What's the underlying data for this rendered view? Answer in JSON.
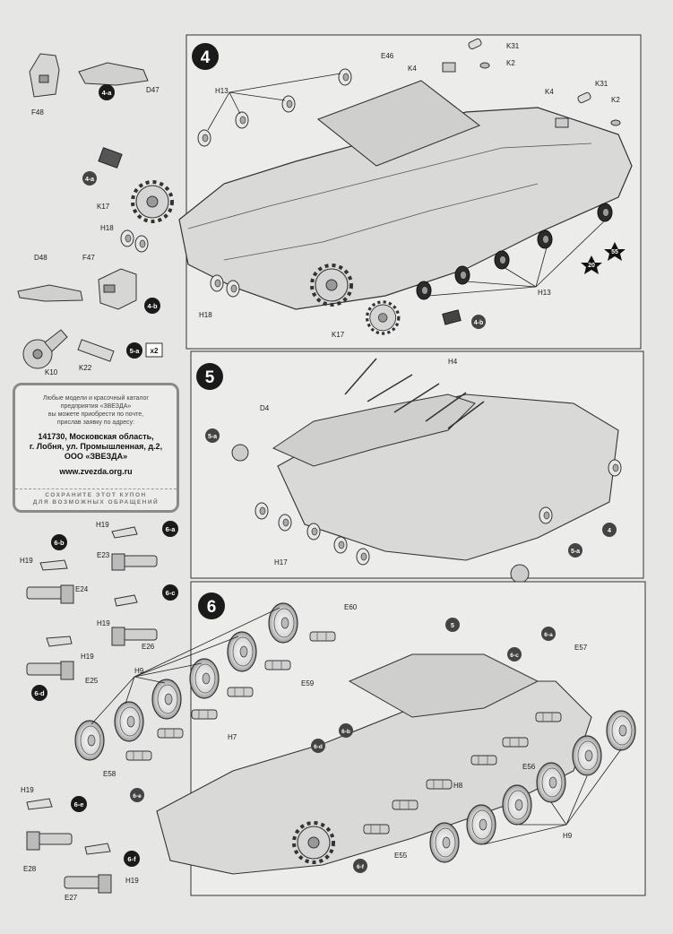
{
  "steps": {
    "s4": "4",
    "s5": "5",
    "s6": "6"
  },
  "badges": {
    "b4a": "4-a",
    "b4a_small": "4-a",
    "b4b": "4-b",
    "b4b_small": "4-b",
    "b5a": "5-a",
    "b5a_small": "5-a",
    "b5a_r": "5-a",
    "b4_ref": "4",
    "b5_ref": "5",
    "b6a": "6-a",
    "b6b": "6-b",
    "b6c": "6-c",
    "b6d": "6-d",
    "b6e": "6-e",
    "b6f": "6-f",
    "b6a_r": "6-a",
    "b6b_r": "6-b",
    "b6c_r": "6-c",
    "b6d_r": "6-d",
    "b6e_r": "6-e",
    "b6f_r": "6-f"
  },
  "multiplier": "x2",
  "stars": {
    "s20": "20",
    "s55": "55"
  },
  "labels": {
    "F48": "F48",
    "D47": "D47",
    "K17": "K17",
    "H18": "H18",
    "D48": "D48",
    "F47": "F47",
    "H18b": "H18",
    "K10": "K10",
    "K22": "K22",
    "E46": "E46",
    "K4": "K4",
    "K31": "K31",
    "K2": "K2",
    "K4b": "K4",
    "K31b": "K31",
    "K2b": "K2",
    "H13": "H13",
    "H13b": "H13",
    "K17b": "K17",
    "H4": "H4",
    "D4": "D4",
    "H17": "H17",
    "H19a": "H19",
    "E23": "E23",
    "H19b": "H19",
    "E24": "E24",
    "H19c": "H19",
    "E26": "E26",
    "H19d": "H19",
    "E25": "E25",
    "E60": "E60",
    "E59": "E59",
    "H9": "H9",
    "H7": "H7",
    "E57": "E57",
    "E58": "E58",
    "E56": "E56",
    "H8": "H8",
    "H9b": "H9",
    "E55": "E55",
    "H19e": "H19",
    "E28": "E28",
    "H19f": "H19",
    "E27": "E27"
  },
  "coupon": {
    "line1": "Любые модели и красочный каталог",
    "line2": "предприятия «ЗВЕЗДА»",
    "line3": "вы можете приобрести по почте,",
    "line4": "прислав заявку по адресу:",
    "addr1": "141730, Московская область,",
    "addr2": "г. Лобня, ул. Промышленная, д.2,",
    "addr3": "ООО «ЗВЕЗДА»",
    "web": "www.zvezda.org.ru",
    "keep1": "СОХРАНИТЕ ЭТОТ КУПОН",
    "keep2": "ДЛЯ ВОЗМОЖНЫХ ОБРАЩЕНИЙ"
  }
}
